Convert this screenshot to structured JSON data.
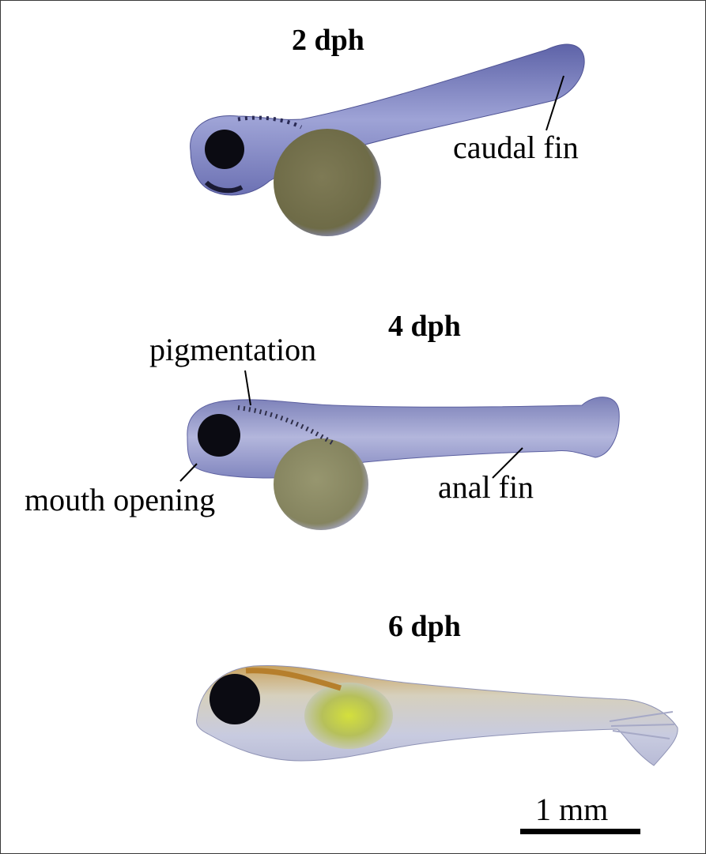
{
  "stages": [
    {
      "label": "2 dph"
    },
    {
      "label": "4 dph"
    },
    {
      "label": "6 dph"
    }
  ],
  "annotations": {
    "caudal_fin": "caudal fin",
    "pigmentation": "pigmentation",
    "mouth_opening": "mouth opening",
    "anal_fin": "anal fin"
  },
  "scale_bar": {
    "label": "1 mm"
  },
  "colors": {
    "larva_2dph_body": "#8a8fc8",
    "larva_4dph_body": "#9aa0cf",
    "larva_6dph_body": "#c7c8dd",
    "yolk_2dph": "#77734d",
    "yolk_4dph": "#8c8b66",
    "gut_6dph": "#c9d63a",
    "pigment_6dph": "#c7964a",
    "eye": "#0b0b12"
  }
}
